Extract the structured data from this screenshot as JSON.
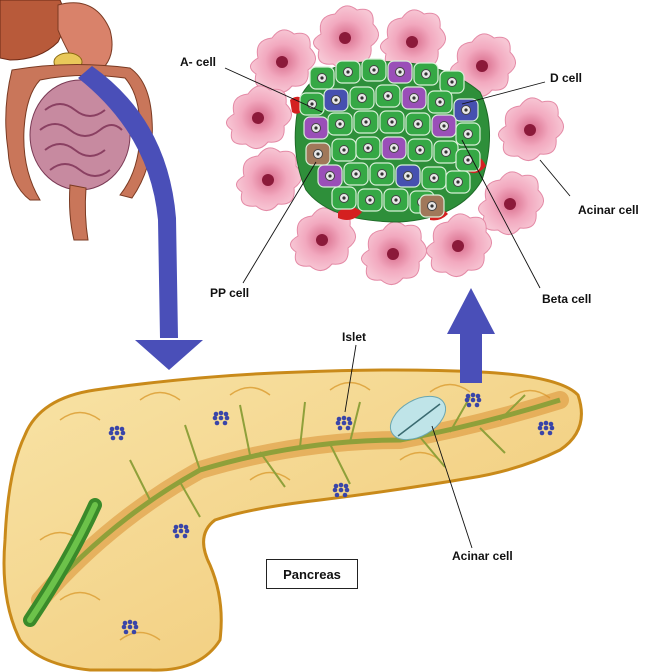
{
  "labels": {
    "a_cell": "A- cell",
    "d_cell": "D cell",
    "acinar_cell_top": "Acinar cell",
    "pp_cell": "PP cell",
    "beta_cell": "Beta cell",
    "islet": "Islet",
    "acinar_cell_bottom": "Acinar cell",
    "pancreas": "Pancreas"
  },
  "colors": {
    "arrow": "#4a4fb8",
    "acinar": "#f2a9bf",
    "acinar_core": "#8b1a3a",
    "beta": "#35a845",
    "alpha": "#9a4fb8",
    "delta": "#4650b0",
    "pp": "#a0785a",
    "capillary": "#d42020",
    "pancreas_fill": "#f5d58a",
    "pancreas_edge": "#c98a1a",
    "duct": "#8fa03a",
    "islet_dot": "#3a45a8"
  }
}
